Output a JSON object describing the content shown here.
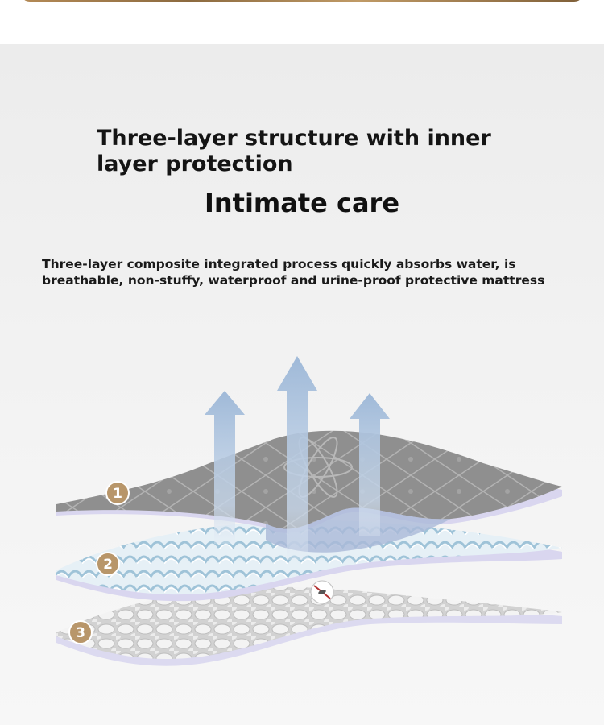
{
  "headline": "Three-layer structure with inner layer protection",
  "subheadline": "Intimate care",
  "description": "Three-layer composite integrated process quickly absorbs water, is breathable, non-stuffy, waterproof and urine-proof protective mattress",
  "layers": [
    {
      "badge": "1",
      "material": "grey quilted top fabric"
    },
    {
      "badge": "2",
      "material": "light blue absorbent mesh"
    },
    {
      "badge": "3",
      "material": "white fiber bottom layer"
    }
  ],
  "colors": {
    "badge": "#b8966a",
    "arrow": "#a9c2de",
    "layer1": "#8e8e8e",
    "layer2": "#cfe0ec",
    "layer3": "#e6e6e6"
  }
}
